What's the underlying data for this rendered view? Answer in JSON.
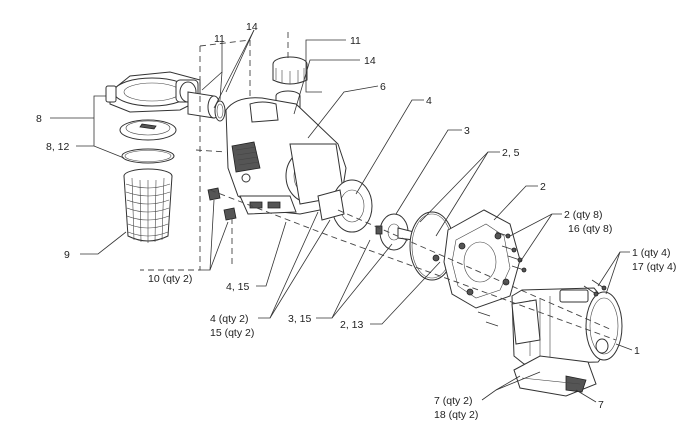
{
  "callouts": {
    "c1": "1",
    "c1_qty": "1 (qty 4)",
    "c17_qty": "17 (qty 4)",
    "c2_top": "2",
    "c2_qty": "2 (qty 8)",
    "c16_qty": "16 (qty 8)",
    "c2_5": "2, 5",
    "c2_13": "2, 13",
    "c3": "3",
    "c3_15": "3, 15",
    "c4": "4",
    "c4_15": "4, 15",
    "c4_qty": "4 (qty 2)",
    "c15_qty": "15 (qty 2)",
    "c6": "6",
    "c7": "7",
    "c7_qty": "7 (qty 2)",
    "c18_qty": "18 (qty 2)",
    "c8": "8",
    "c8_12": "8, 12",
    "c9": "9",
    "c10_qty": "10 (qty 2)",
    "c11_left": "11",
    "c11_right": "11",
    "c14_left": "14",
    "c14_right": "14"
  }
}
